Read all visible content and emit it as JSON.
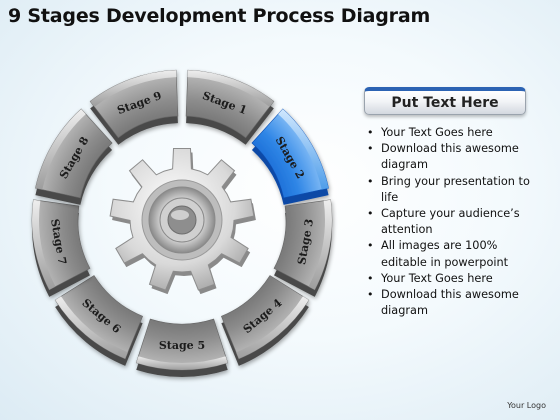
{
  "title": "9 Stages Development Process Diagram",
  "stages": [
    {
      "label": "Stage 1",
      "color": "gray"
    },
    {
      "label": "Stage 2",
      "color": "blue"
    },
    {
      "label": "Stage 3",
      "color": "gray"
    },
    {
      "label": "Stage 4",
      "color": "gray"
    },
    {
      "label": "Stage 5",
      "color": "gray"
    },
    {
      "label": "Stage 6",
      "color": "gray"
    },
    {
      "label": "Stage 7",
      "color": "gray"
    },
    {
      "label": "Stage 8",
      "color": "gray"
    },
    {
      "label": "Stage 9",
      "color": "gray"
    }
  ],
  "center_icon": "gear-icon",
  "highlight_color": "#2f86e6",
  "segment_color": "#7d7d7d",
  "panel": {
    "heading": "Put Text Here",
    "bullets": [
      "Your Text Goes here",
      "Download this awesome diagram",
      "Bring your presentation to life",
      "Capture your audience’s attention",
      "All images are 100% editable in powerpoint",
      "Your Text Goes here",
      "Download this awesome diagram"
    ],
    "bullet_symbol": "•"
  },
  "logo_text": "Your Logo"
}
